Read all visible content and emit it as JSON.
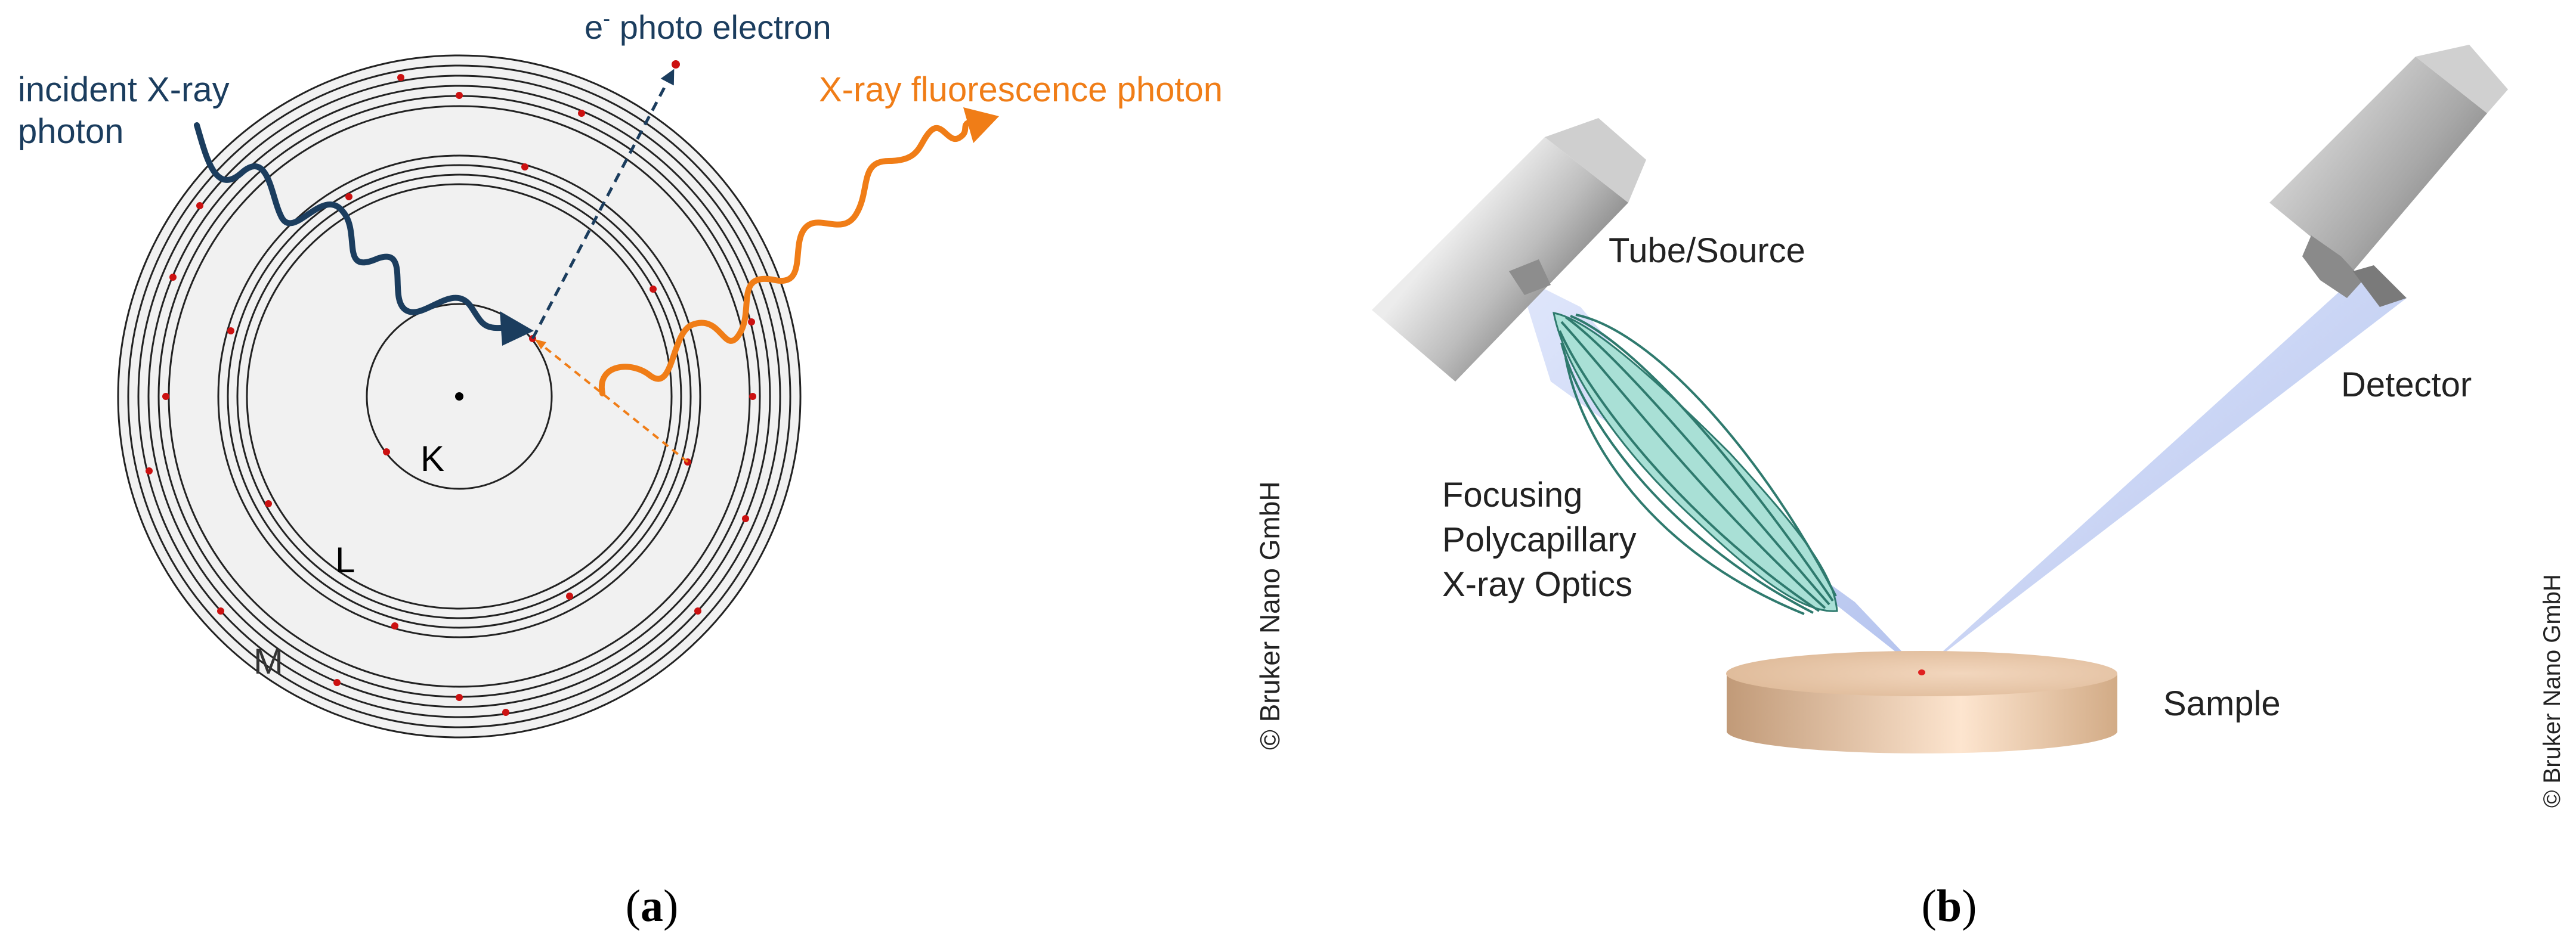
{
  "panel_a": {
    "incident_line1": "incident X-ray",
    "incident_line2": "photon",
    "photo_electron_sup": "e",
    "photo_electron_minus": "-",
    "photo_electron_text": " photo electron",
    "fluorescence": "X-ray fluorescence photon",
    "shell_k": "K",
    "shell_l": "L",
    "shell_m": "M",
    "copyright": "© Bruker Nano GmbH",
    "caption_open": "(",
    "caption_letter": "a",
    "caption_close": ")"
  },
  "panel_b": {
    "tube_source": "Tube/Source",
    "detector": "Detector",
    "optics_line1": "Focusing",
    "optics_line2": "Polycapillary",
    "optics_line3": "X-ray Optics",
    "sample": "Sample",
    "copyright": "© Bruker Nano GmbH",
    "caption_open": "(",
    "caption_letter": "b",
    "caption_close": ")"
  },
  "colors": {
    "incident": "#1b3d5e",
    "fluorescence": "#f07d17",
    "electron_dot": "#cc1111",
    "atom_fill": "#f1f1f1",
    "shell_stroke": "#222222",
    "optic_fill": "#a9e0d6",
    "optic_lines": "#2f7a6e",
    "cone_fill": "#c7d2f2",
    "sample_fill": "#e6c3a2"
  }
}
